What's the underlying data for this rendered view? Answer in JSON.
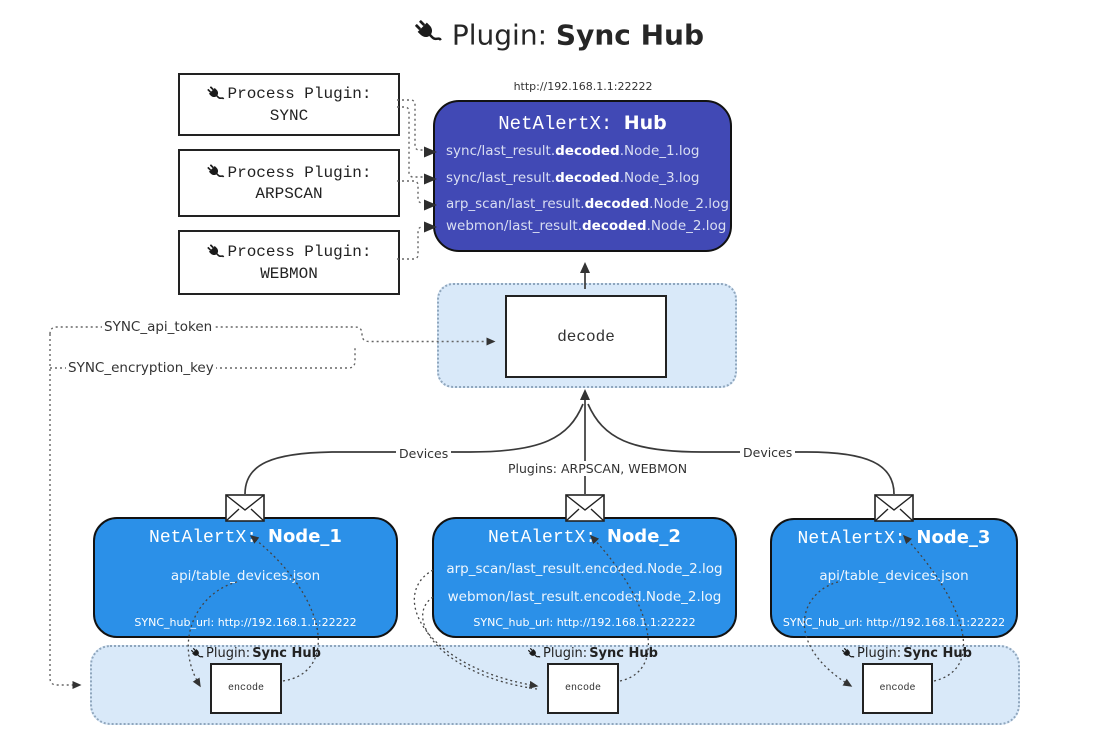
{
  "title": {
    "prefix": "Plugin:",
    "name": "Sync Hub",
    "icon": "plug-icon"
  },
  "hub": {
    "url_label": "http://192.168.1.1:22222",
    "name_prefix": "NetAlertX: ",
    "name": "Hub",
    "items": [
      {
        "pre": "sync/last_result.",
        "bold": "decoded",
        "post": ".Node_1.log"
      },
      {
        "pre": "sync/last_result.",
        "bold": "decoded",
        "post": ".Node_3.log"
      },
      {
        "pre": "arp_scan/last_result.",
        "bold": "decoded",
        "post": ".Node_2.log"
      },
      {
        "pre": "webmon/last_result.",
        "bold": "decoded",
        "post": ".Node_2.log"
      }
    ]
  },
  "process_plugins": {
    "label": "Process Plugin:",
    "names": [
      "SYNC",
      "ARPSCAN",
      "WEBMON"
    ]
  },
  "env": {
    "api_token": "SYNC_api_token",
    "encryption_key": "SYNC_encryption_key"
  },
  "decode": {
    "label": "decode"
  },
  "edges": {
    "devices_left": "Devices",
    "devices_right": "Devices",
    "plugins_mid": "Plugins: ARPSCAN, WEBMON"
  },
  "nodes": [
    {
      "name_prefix": "NetAlertX: ",
      "name": "Node_1",
      "lines": [
        "api/table_devices.json"
      ],
      "hub_url": "SYNC_hub_url: http://192.168.1.1:22222"
    },
    {
      "name_prefix": "NetAlertX: ",
      "name": "Node_2",
      "lines": [
        "arp_scan/last_result.encoded.Node_2.log",
        "webmon/last_result.encoded.Node_2.log"
      ],
      "hub_url": "SYNC_hub_url: http://192.168.1.1:22222"
    },
    {
      "name_prefix": "NetAlertX: ",
      "name": "Node_3",
      "lines": [
        "api/table_devices.json"
      ],
      "hub_url": "SYNC_hub_url: http://192.168.1.1:22222"
    }
  ],
  "encode": {
    "label": "encode",
    "plugin_prefix": "Plugin:",
    "plugin_name": "Sync Hub"
  },
  "colors": {
    "hub_fill": "#4149b5",
    "node_fill": "#2b90e8",
    "panel_fill": "#d9e9f9",
    "panel_border": "#8fa6bd",
    "line": "#3a3a3a"
  }
}
